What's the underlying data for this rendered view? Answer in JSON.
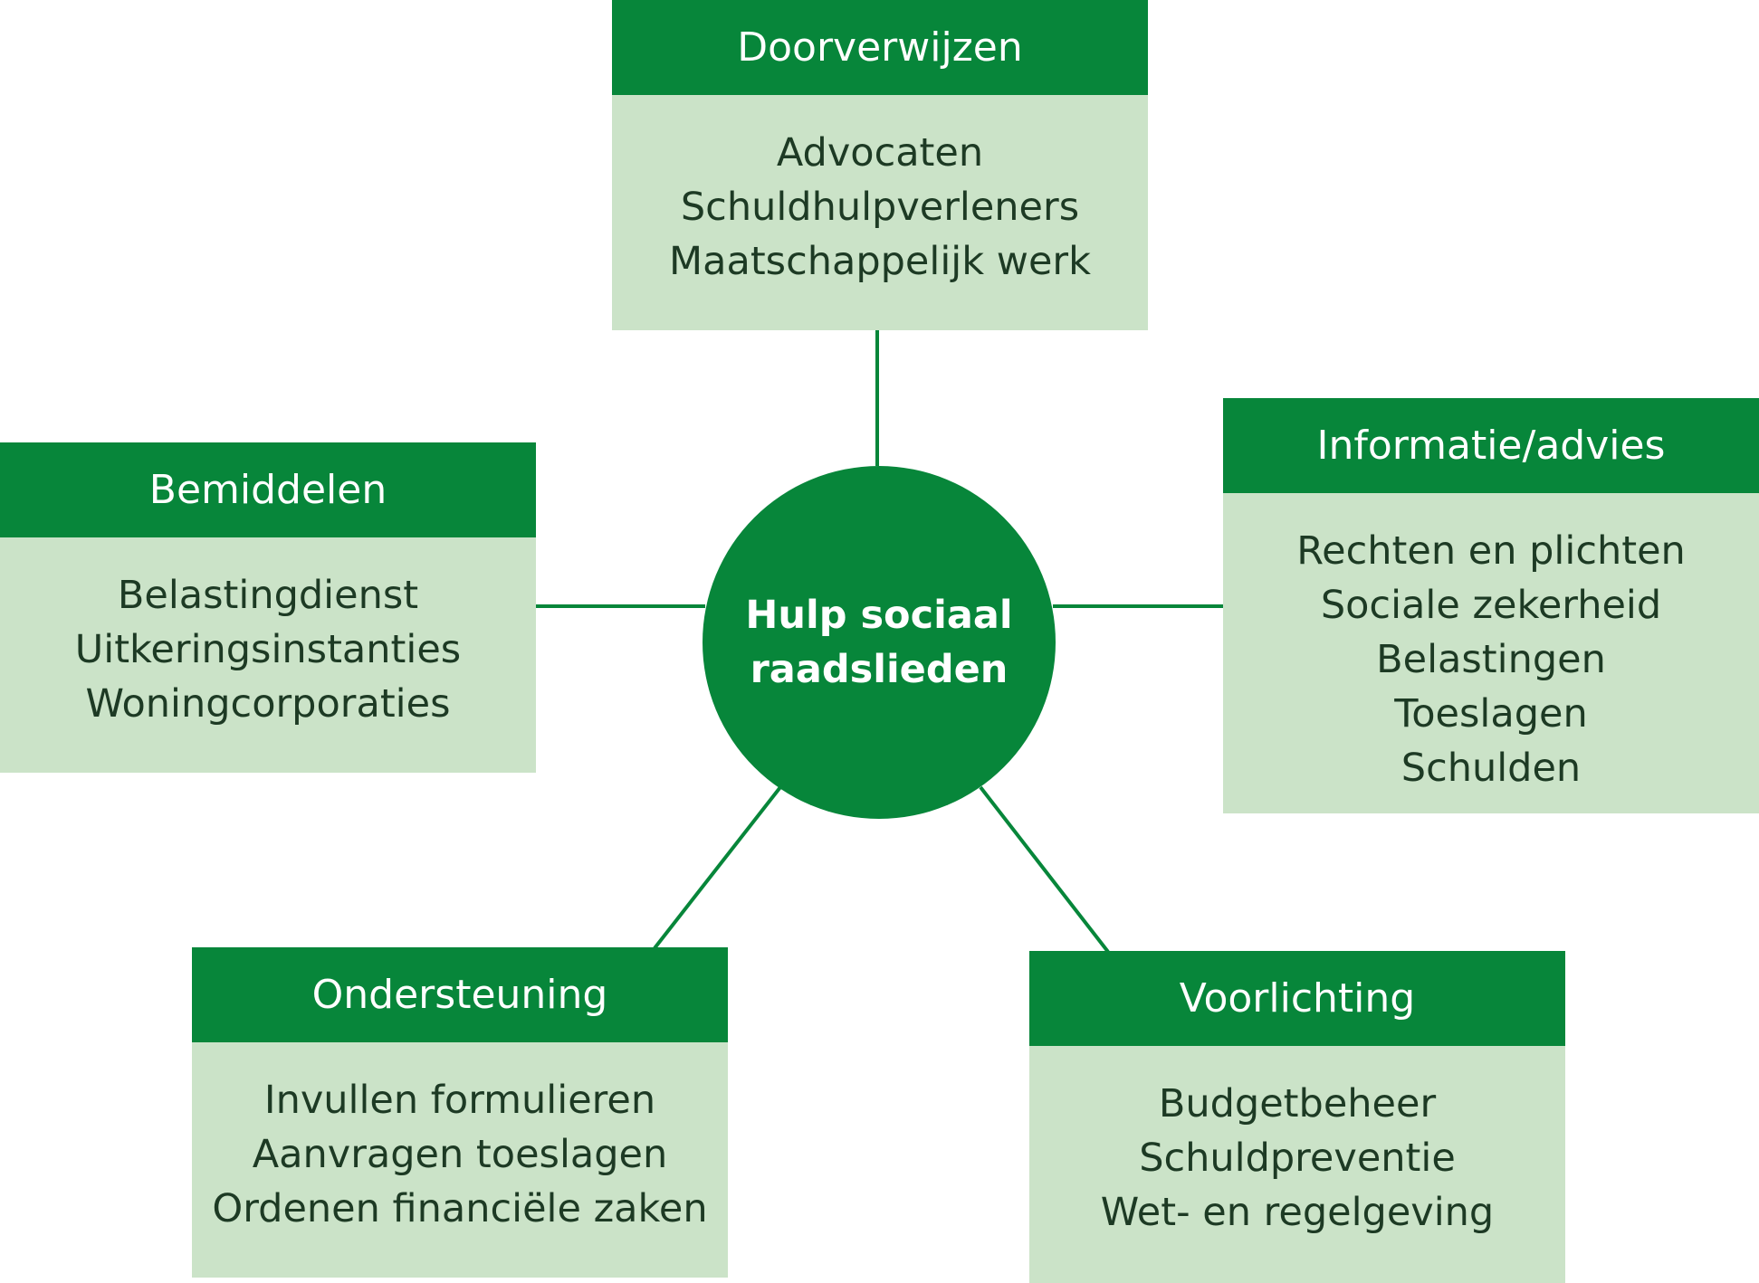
{
  "colors": {
    "header_green": "#07863a",
    "body_green": "#cbe3c8",
    "body_text": "#1d3a24",
    "connector": "#07863a"
  },
  "center": {
    "line1": "Hulp sociaal",
    "line2": "raadslieden"
  },
  "boxes": [
    {
      "title": "Doorverwijzen",
      "items": [
        "Advocaten",
        "Schuldhulpverleners",
        "Maatschappelijk werk"
      ]
    },
    {
      "title": "Informatie/advies",
      "items": [
        "Rechten en plichten",
        "Sociale zekerheid",
        "Belastingen",
        "Toeslagen",
        "Schulden"
      ]
    },
    {
      "title": "Bemiddelen",
      "items": [
        "Belastingdienst",
        "Uitkeringsinstanties",
        "Woningcorporaties"
      ]
    },
    {
      "title": "Ondersteuning",
      "items": [
        "Invullen formulieren",
        "Aanvragen toeslagen",
        "Ordenen financiële zaken"
      ]
    },
    {
      "title": "Voorlichting",
      "items": [
        "Budgetbeheer",
        "Schuldpreventie",
        "Wet- en regelgeving"
      ]
    }
  ]
}
